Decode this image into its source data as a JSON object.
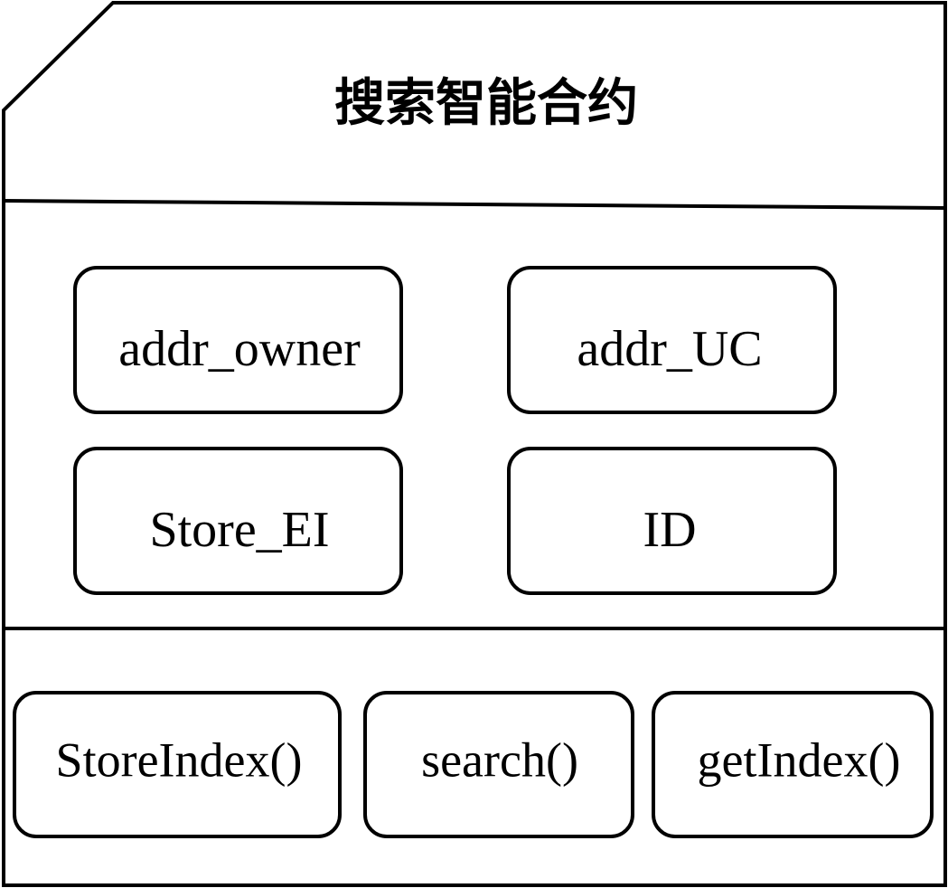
{
  "title": "搜索智能合约",
  "attributes": [
    "addr_owner",
    "addr_UC",
    "Store_EI",
    "ID"
  ],
  "methods": [
    "StoreIndex()",
    "search()",
    "getIndex()"
  ],
  "colors": {
    "stroke": "#000000",
    "background": "#ffffff",
    "text": "#000000"
  }
}
